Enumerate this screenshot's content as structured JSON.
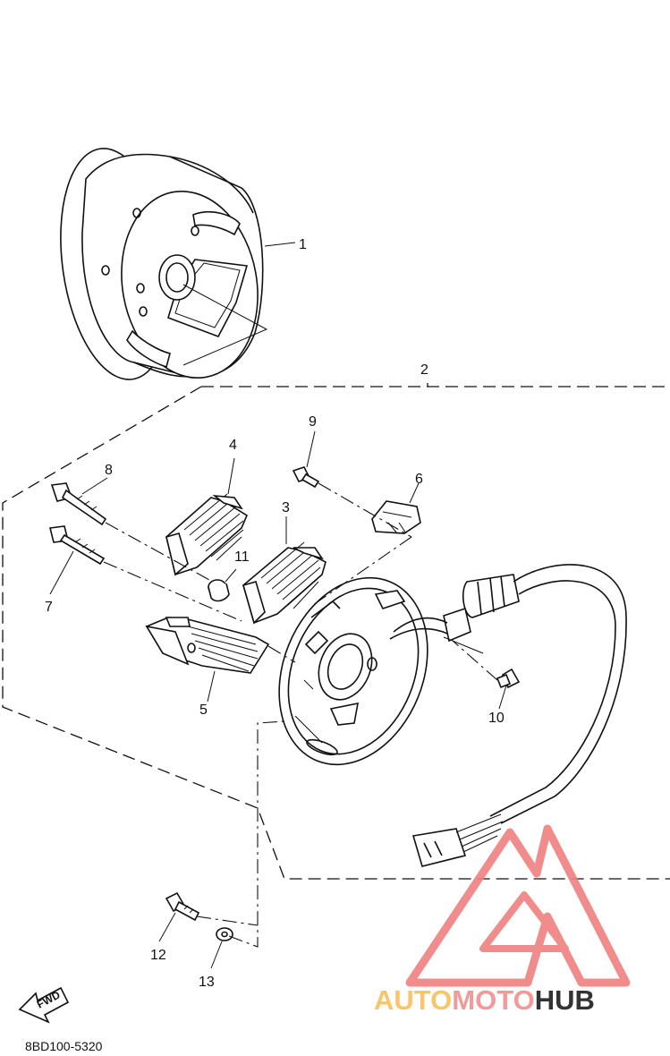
{
  "callouts": {
    "p1": "1",
    "p2": "2",
    "p3": "3",
    "p4": "4",
    "p5": "5",
    "p6": "6",
    "p7": "7",
    "p8": "8",
    "p9": "9",
    "p10": "10",
    "p11": "11",
    "p12": "12",
    "p13": "13"
  },
  "fwd_label": "FWD",
  "drawing_code": "8BD100-5320",
  "watermark": {
    "part1": "AUTO",
    "part2": "MOTO",
    "part3": "HUB",
    "colors": {
      "auto": "#f9c56b",
      "moto": "#f29a9a",
      "hub": "#333333",
      "logo": "#f08080"
    }
  }
}
